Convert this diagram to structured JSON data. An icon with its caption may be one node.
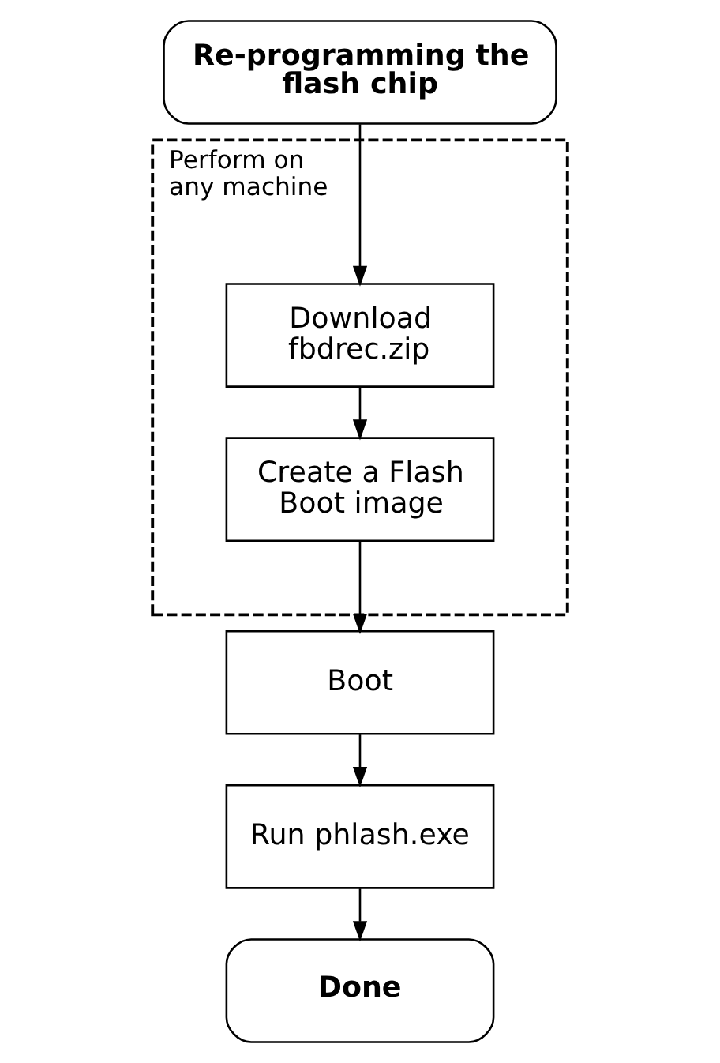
{
  "diagram": {
    "nodes": [
      {
        "text": [
          "Re-programming the flash chip"
        ]
      },
      {
        "text": [
          "Perform on any machine"
        ]
      },
      {
        "text": [
          "Download fbdrec.zip"
        ],
        "in": 1
      },
      {
        "text": [
          "Create a Flash Boot image"
        ],
        "in": 1
      },
      {
        "text": [
          "Boot"
        ]
      },
      {
        "text": [
          "Run phlash.exe"
        ]
      },
      {
        "text": [
          "Done"
        ]
      }
    ],
    "edges": [
      {
        "from": 0,
        "to": 2,
        "arrow": "to"
      },
      {
        "from": 2,
        "to": 3,
        "arrow": "to"
      },
      {
        "from": 3,
        "to": 4,
        "arrow": "to"
      },
      {
        "from": 4,
        "to": 5,
        "arrow": "to"
      },
      {
        "from": 5,
        "to": 6,
        "arrow": "to"
      }
    ]
  }
}
